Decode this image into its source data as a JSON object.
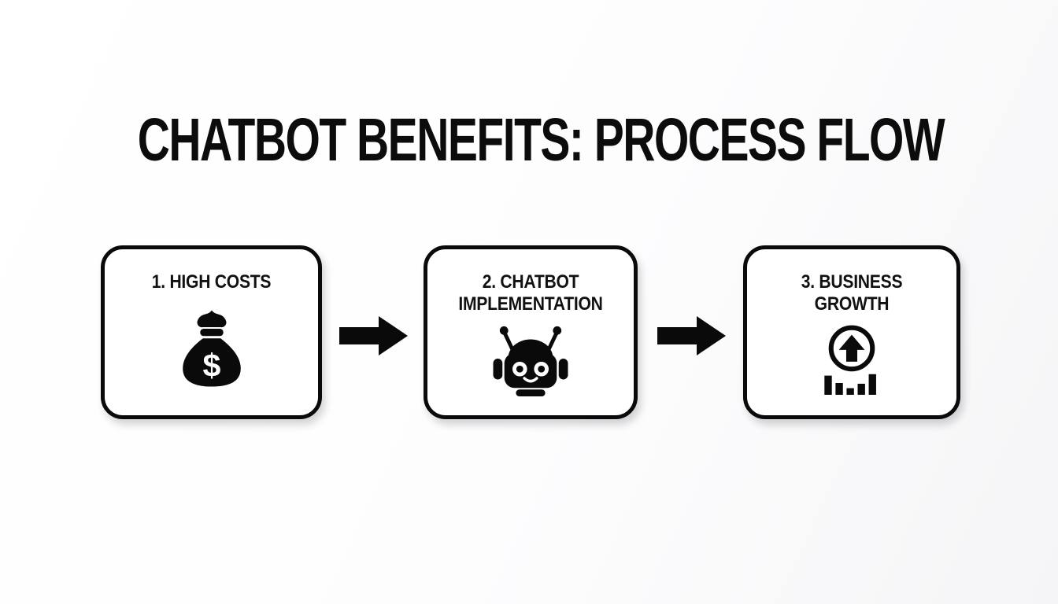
{
  "title": "CHATBOT BENEFITS: PROCESS FLOW",
  "colors": {
    "ink": "#0a0a0a",
    "box_fill": "#ffffff",
    "background": "#fcfcfd"
  },
  "steps": [
    {
      "label": "1. HIGH COSTS",
      "icon": "money-bag-icon",
      "icon_glyph": "$"
    },
    {
      "label": "2. CHATBOT IMPLEMENTATION",
      "icon": "robot-icon"
    },
    {
      "label": "3. BUSINESS GROWTH",
      "icon": "growth-circle-arrow-bar-chart-icon"
    }
  ],
  "connectors": [
    {
      "icon": "arrow-right-icon",
      "direction": "right"
    },
    {
      "icon": "arrow-right-icon",
      "direction": "right"
    }
  ]
}
